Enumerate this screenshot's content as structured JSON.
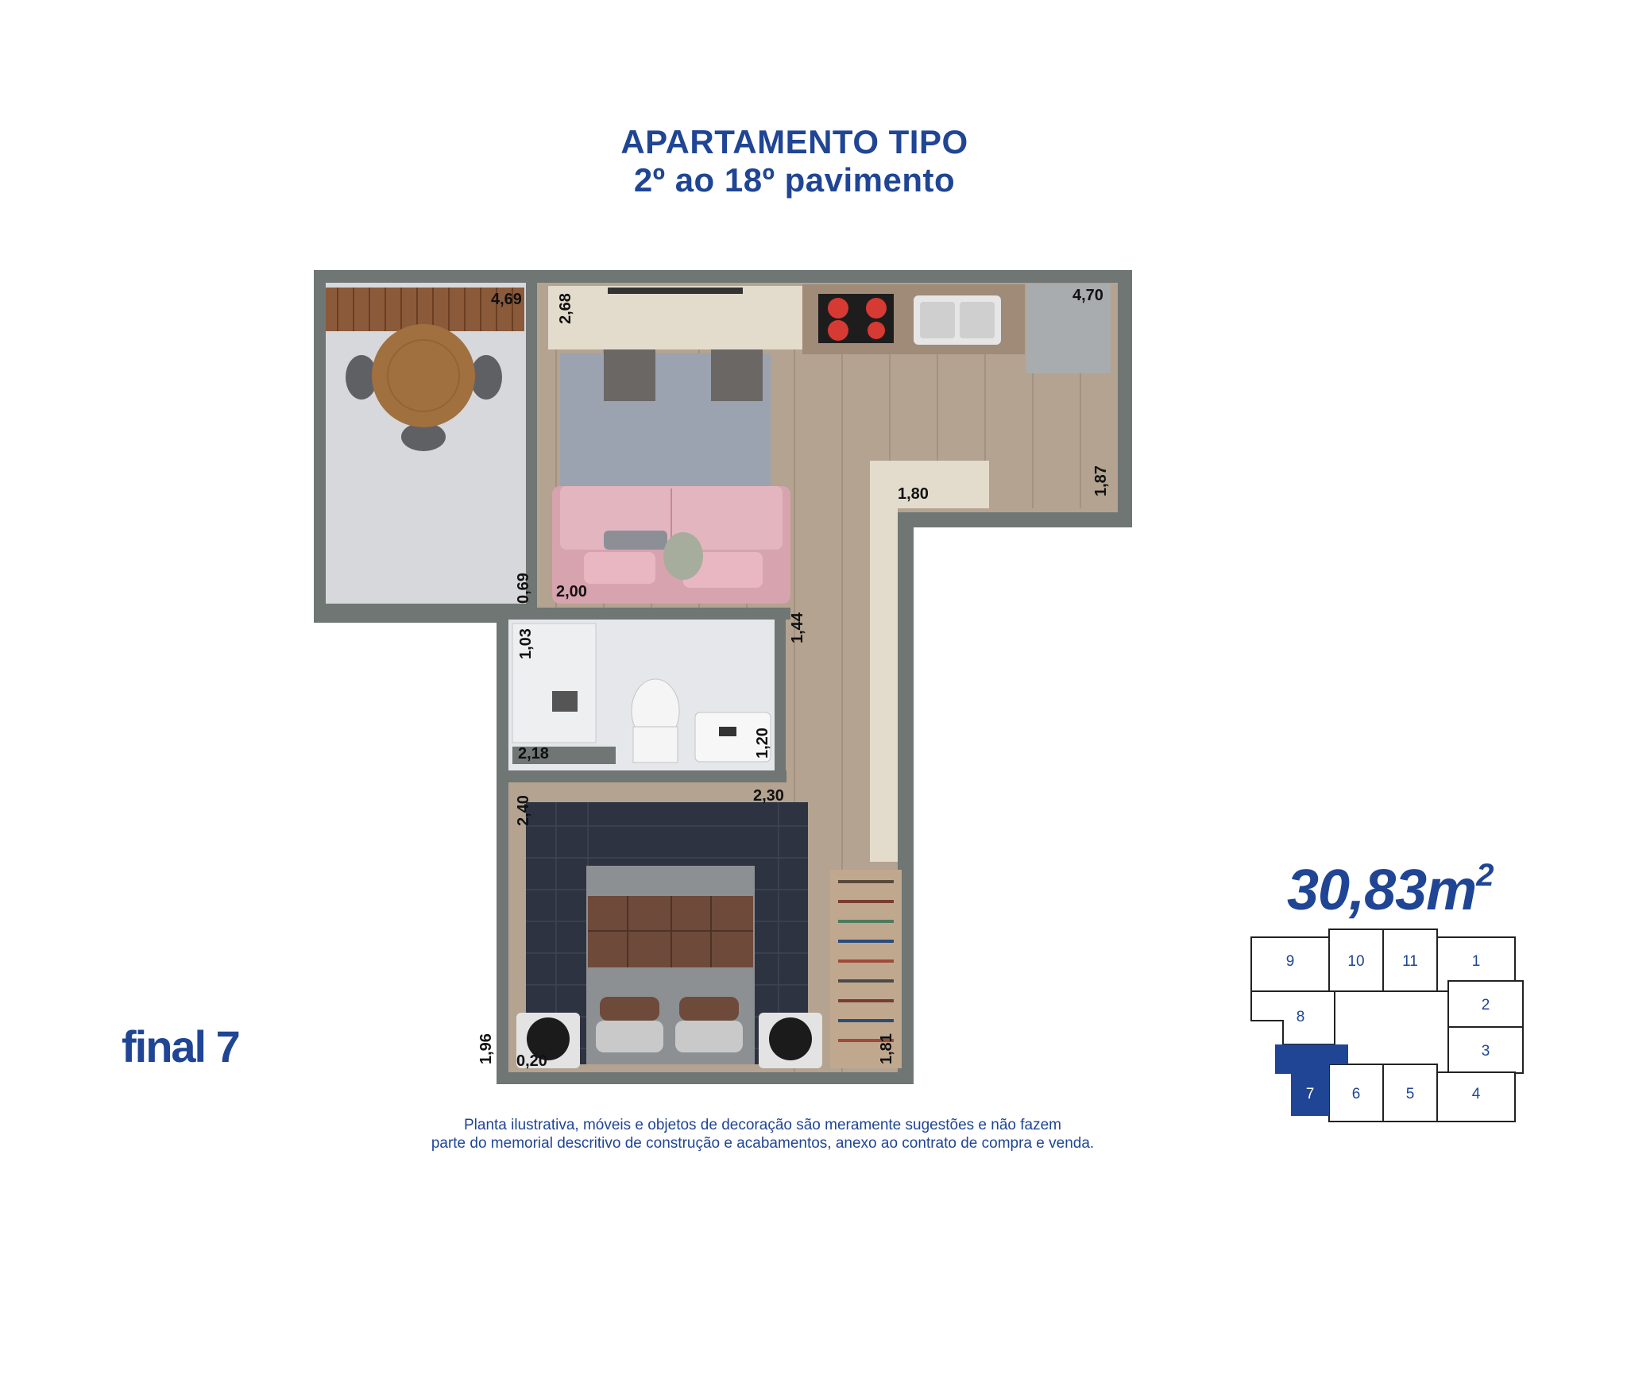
{
  "header": {
    "title_line1": "APARTAMENTO TIPO",
    "title_line2": "2º ao 18º pavimento"
  },
  "unit_label": "final 7",
  "area": {
    "value": "30,83m",
    "unit_sup": "2"
  },
  "disclaimer": {
    "line1": "Planta ilustrativa, móveis e objetos de decoração são meramente sugestões e não fazem",
    "line2": "parte do memorial descritivo de construção e acabamentos, anexo ao contrato de compra e venda."
  },
  "dimensions": {
    "balcony_width": "4,69",
    "kitchen_depth": "2,68",
    "kitchen_width": "4,70",
    "counter_width": "1,80",
    "corridor_depth": "1,87",
    "balcony_step": "0,69",
    "living_width": "2,00",
    "living_side": "1,44",
    "bath_depth": "1,03",
    "bath_width": "2,18",
    "bath_sink": "1,20",
    "bed_depth": "2,40",
    "bed_width": "2,30",
    "closet_depth": "1,96",
    "closet_width": "0,20",
    "closet_side": "1,81"
  },
  "key_plan": {
    "highlighted": "7",
    "units": [
      "9",
      "10",
      "11",
      "1",
      "8",
      "2",
      "3",
      "7",
      "6",
      "5",
      "4"
    ],
    "highlight_color": "#1f4594"
  },
  "colors": {
    "brand_blue": "#1f4594",
    "wall": "#6f7674",
    "floor_wood": "#b3a390",
    "balcony_floor": "#d7d8dc"
  }
}
